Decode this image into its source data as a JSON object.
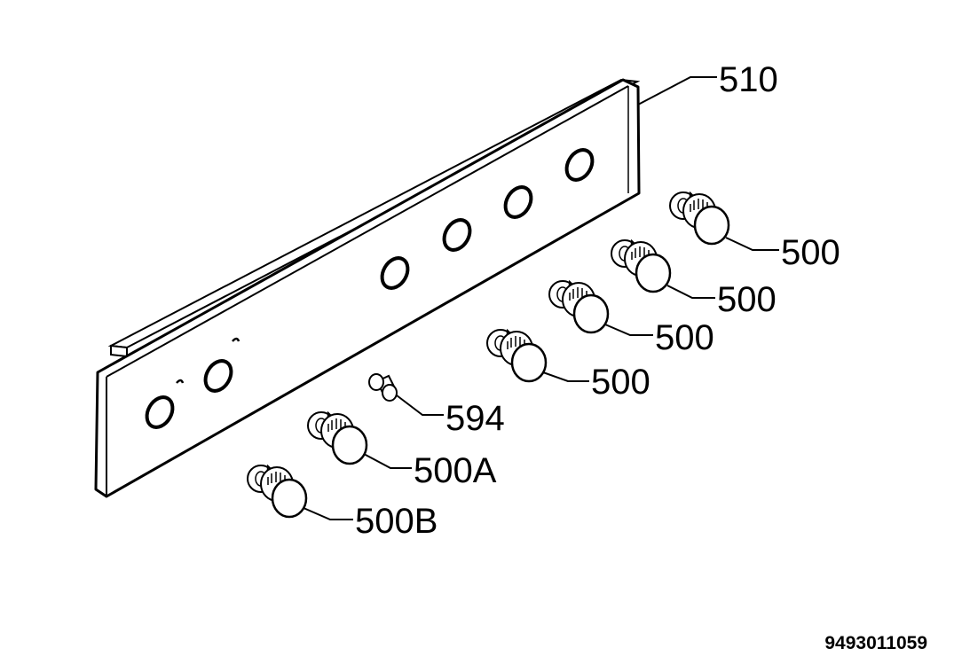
{
  "diagram": {
    "parts": {
      "panel": "510",
      "knob_1": "500",
      "knob_2": "500",
      "knob_3": "500",
      "knob_4": "500",
      "ignition_button": "594",
      "knob_a": "500A",
      "knob_b": "500B"
    },
    "document_number": "9493011059"
  }
}
